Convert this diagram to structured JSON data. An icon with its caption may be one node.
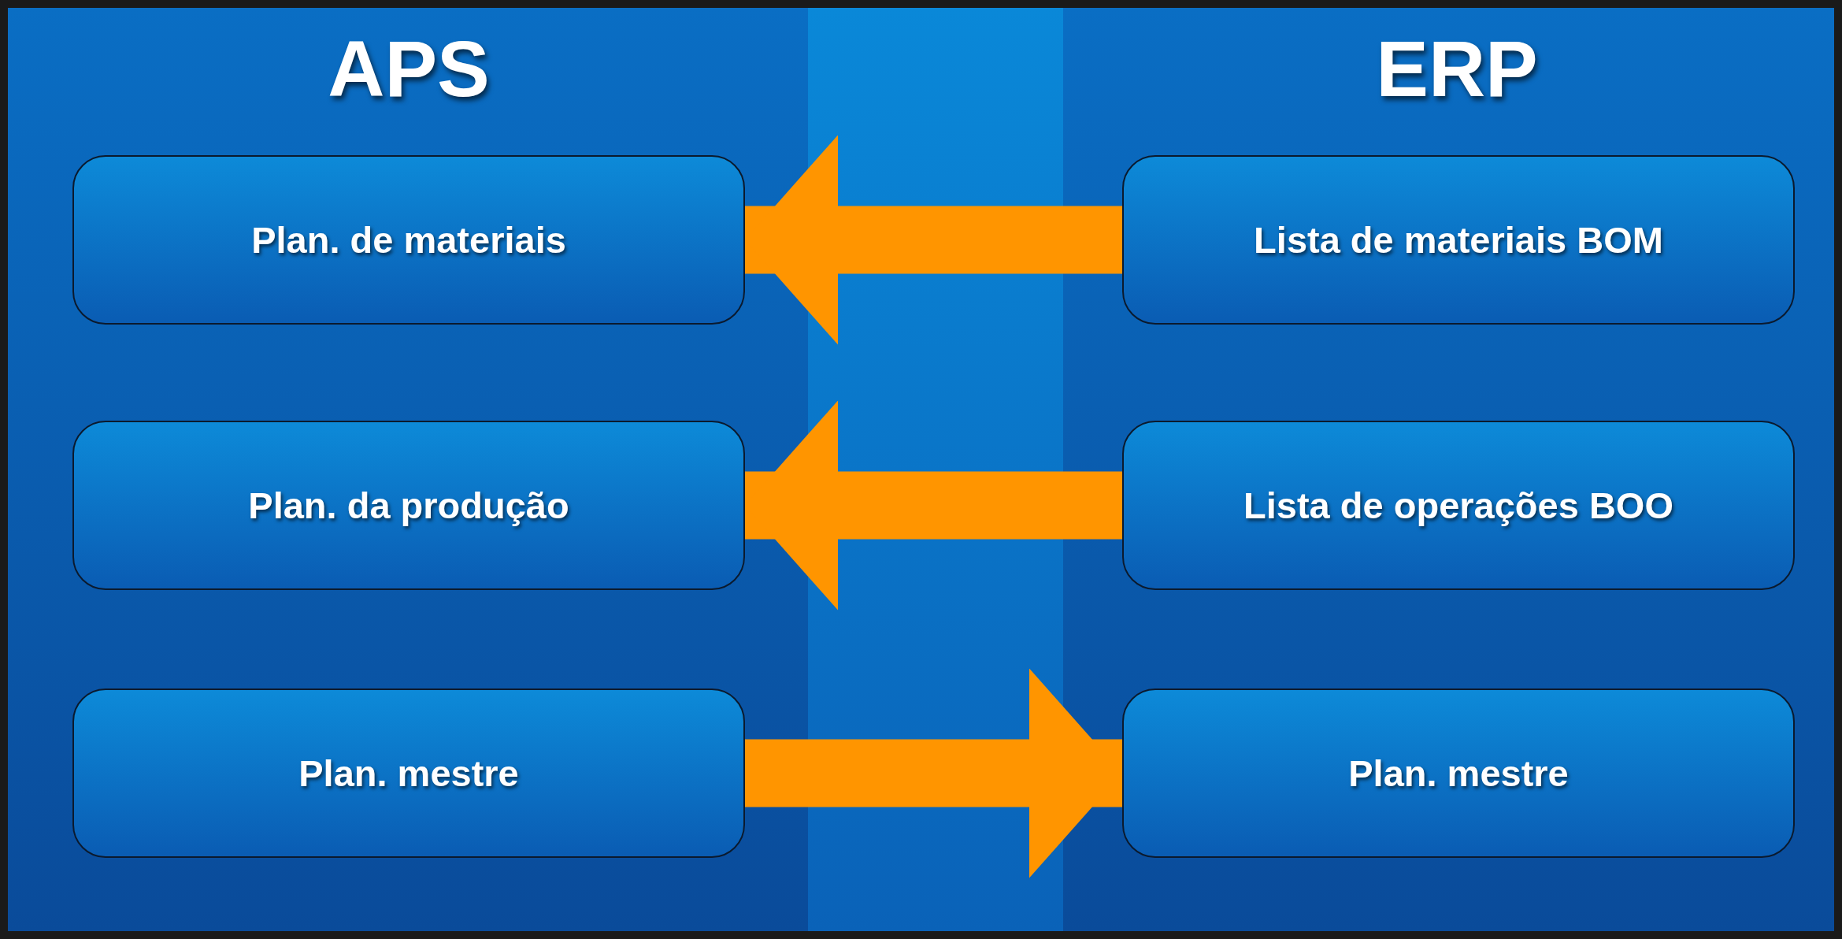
{
  "diagram": {
    "nodes": [
      {
        "text": [
          "Plan. de materiais"
        ]
      },
      {
        "text": [
          "Lista de materiais BOM"
        ]
      },
      {
        "text": [
          "Plan. da produção"
        ]
      },
      {
        "text": [
          "Lista de operações BOO"
        ]
      },
      {
        "text": [
          "Plan. mestre"
        ]
      },
      {
        "text": [
          "Plan. mestre"
        ]
      }
    ],
    "edges": [
      {
        "from": 1,
        "to": 0,
        "arrow": "to"
      },
      {
        "from": 3,
        "to": 2,
        "arrow": "to"
      },
      {
        "from": 4,
        "to": 5,
        "arrow": "to"
      }
    ],
    "labels": [
      "APS",
      "ERP"
    ]
  }
}
